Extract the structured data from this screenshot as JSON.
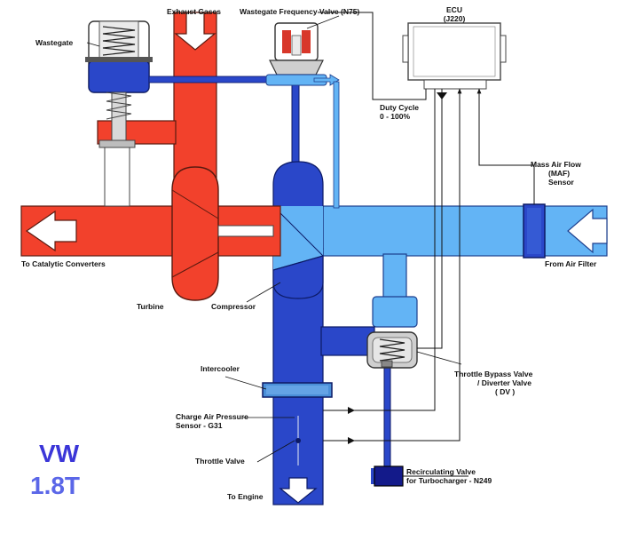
{
  "labels": {
    "wastegate": "Wastegate",
    "exhaust_gases": "Exhaust Gases",
    "wastegate_valve": "Wastegate Frequency Valve (N75)",
    "ecu_line1": "ECU",
    "ecu_line2": "(J220)",
    "duty_cycle_line1": "Duty Cycle",
    "duty_cycle_line2": "0 - 100%",
    "maf_line1": "Mass Air Flow",
    "maf_line2": "(MAF)",
    "maf_line3": "Sensor",
    "to_catalytic": "To Catalytic Converters",
    "from_air_filter": "From Air Filter",
    "turbine": "Turbine",
    "compressor": "Compressor",
    "throttle_bypass_line1": "Throttle Bypass Valve",
    "throttle_bypass_line2": "/ Diverter Valve",
    "throttle_bypass_line3": "( DV )",
    "intercooler": "Intercooler",
    "charge_air_line1": "Charge Air Pressure",
    "charge_air_line2": "Sensor - G31",
    "throttle_valve": "Throttle Valve",
    "recirc_line1": "Recirculating Valve",
    "recirc_line2": "for Turbocharger - N249",
    "to_engine": "To Engine"
  },
  "logo": {
    "line1": "VW",
    "line2": "1.8T"
  },
  "colors": {
    "exhaust": "#f2412c",
    "intake": "#63b4f5",
    "pressurized": "#2a47c9",
    "dark_component": "#131a8a",
    "signal_line": "#111111",
    "logo_line1": "#3b36d8",
    "logo_line2": "#5b67e8"
  }
}
